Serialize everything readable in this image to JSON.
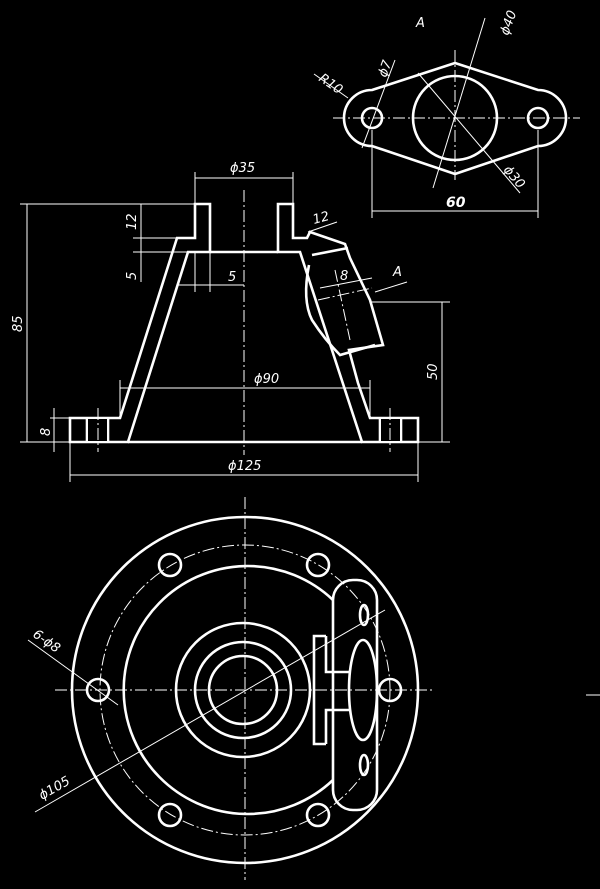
{
  "drawing": {
    "front_view": {
      "dims": {
        "d35": "ϕ35",
        "h12": "12",
        "h5": "5",
        "w5": "5",
        "d90": "ϕ90",
        "d125": "ϕ125",
        "h85": "85",
        "h8": "8",
        "h50": "50",
        "boss12": "12",
        "boss8": "8",
        "view_arrow": "A"
      }
    },
    "view_a": {
      "label": "A",
      "dims": {
        "d40": "ϕ40",
        "r10": "R10",
        "d7": "ϕ7",
        "d30": "ϕ30",
        "w60": "60"
      }
    },
    "top_view": {
      "dims": {
        "holes": "6-ϕ8",
        "d105": "ϕ105"
      }
    },
    "colors": {
      "background": "#000000",
      "lines": "#ffffff"
    }
  }
}
